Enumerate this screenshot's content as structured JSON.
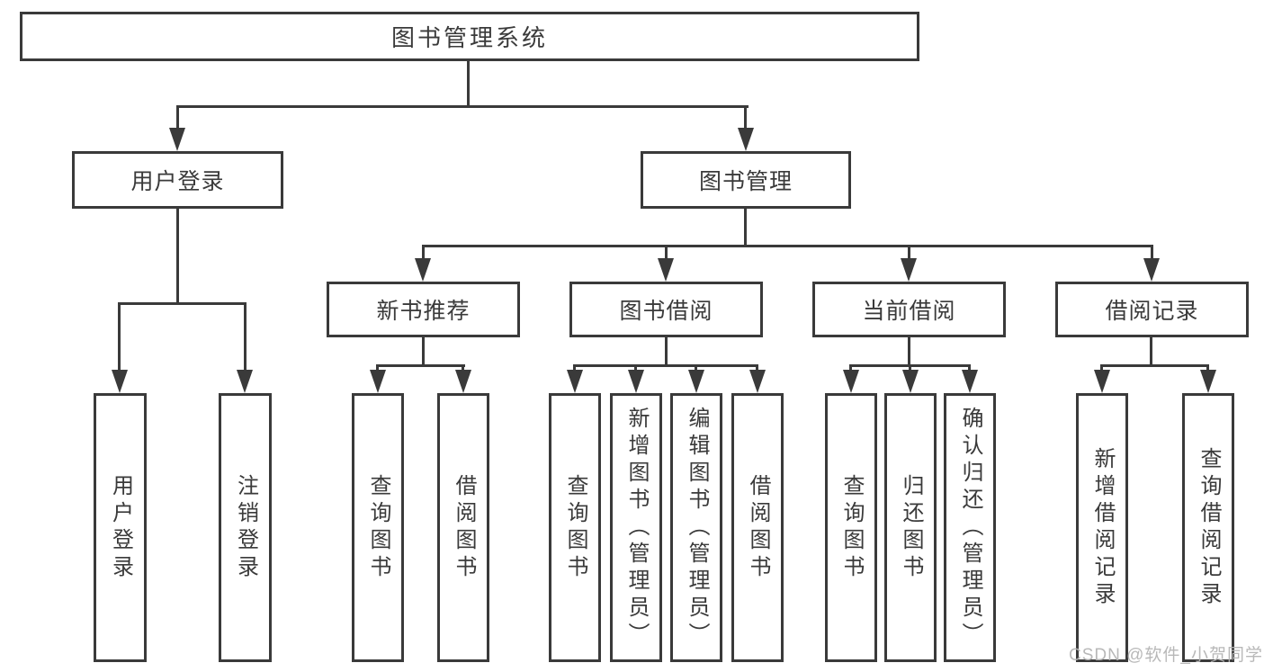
{
  "colors": {
    "line": "#3a3a3a",
    "text": "#3a3a3a",
    "background": "#ffffff",
    "watermark": "#b5b5b5"
  },
  "root": {
    "label": "图书管理系统"
  },
  "level2": {
    "user_login": "用户登录",
    "book_mgmt": "图书管理"
  },
  "level3": {
    "new_books": "新书推荐",
    "book_borrow": "图书借阅",
    "current_borrow": "当前借阅",
    "borrow_records": "借阅记录"
  },
  "leaves": {
    "login": [
      "用户登录",
      "注销登录"
    ],
    "new_books": [
      "查询图书",
      "借阅图书"
    ],
    "book_borrow": [
      "查询图书",
      "新增图书（管理员）",
      "编辑图书（管理员）",
      "借阅图书"
    ],
    "current_borrow": [
      "查询图书",
      "归还图书",
      "确认归还（管理员）"
    ],
    "borrow_records": [
      "新增借阅记录",
      "查询借阅记录"
    ]
  },
  "watermark": {
    "text": "CSDN @软件_小贺同学"
  }
}
